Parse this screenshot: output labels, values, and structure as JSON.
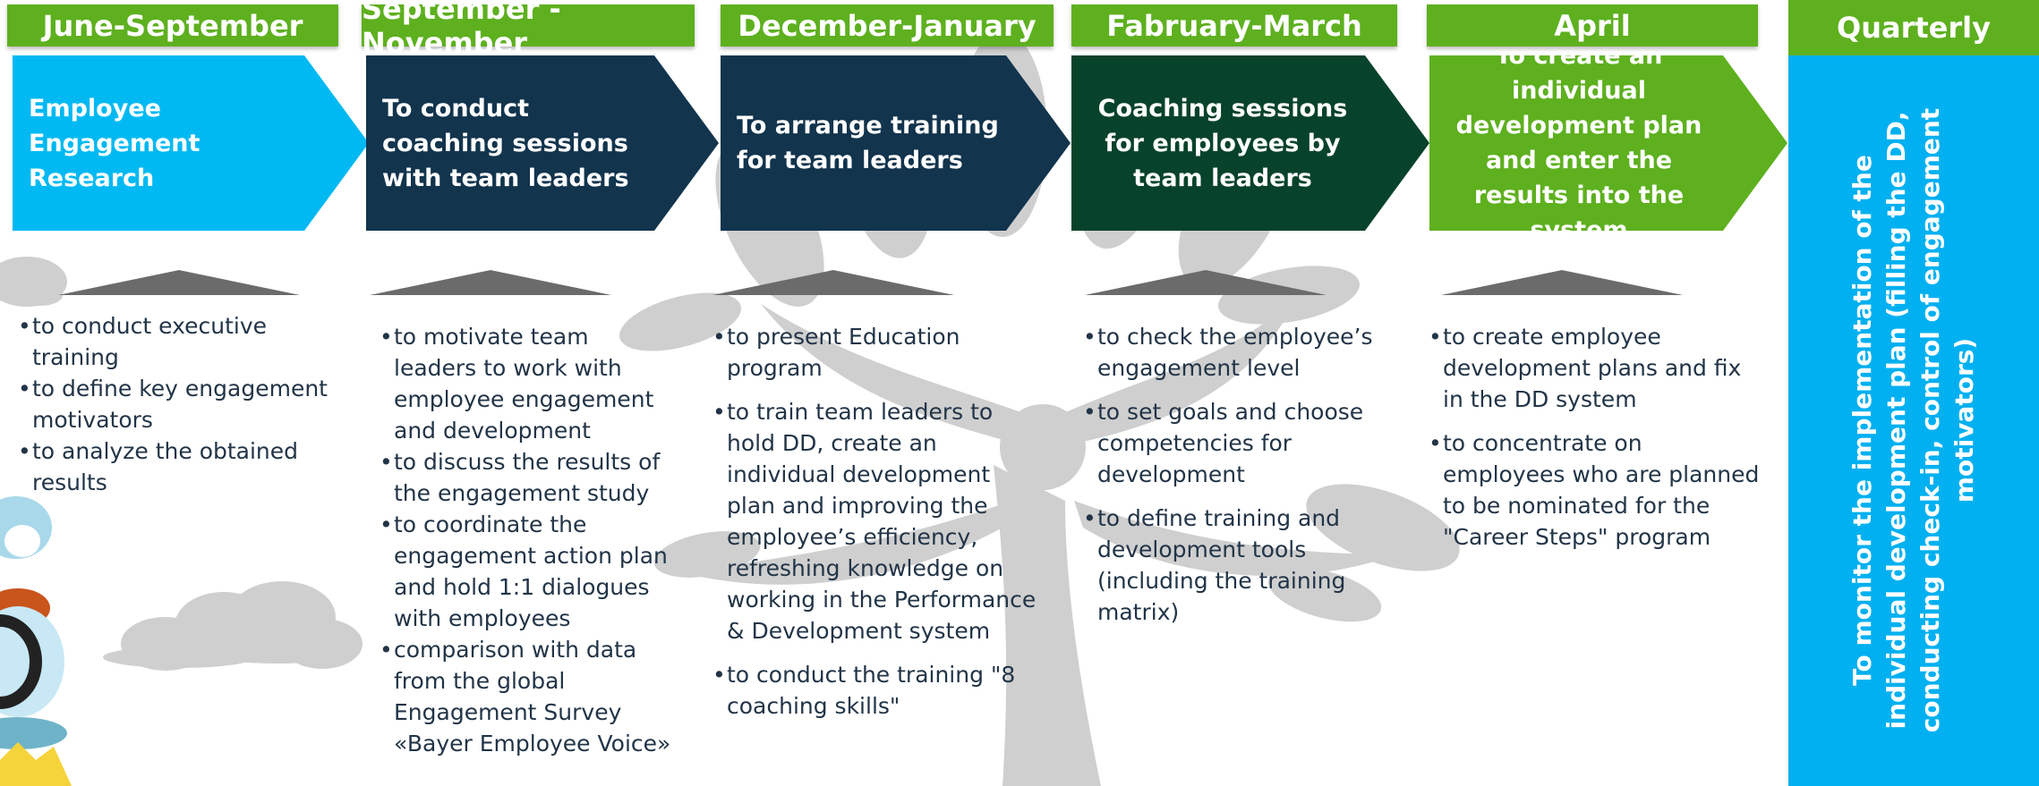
{
  "colors": {
    "header_green": "#5eb01f",
    "stage1": "#00b9f2",
    "stage2": "#12344d",
    "stage3": "#12344d",
    "stage4": "#07432a",
    "stage5": "#5eb01f",
    "quarterly": "#00b0f0",
    "body_text": "#223447"
  },
  "stages": [
    {
      "period": "June-September",
      "title": "Employee Engagement Research",
      "bullets": [
        "to conduct executive training",
        "to define key engagement motivators",
        "to analyze the obtained results"
      ]
    },
    {
      "period": "September -November",
      "title": "To conduct coaching sessions with team leaders",
      "bullets": [
        "to motivate team leaders to work with employee engagement and development",
        "to discuss the results of the engagement study",
        "to coordinate the engagement action plan and hold 1:1 dialogues with employees",
        "comparison with data from the global Engagement Survey «Bayer Employee Voice»"
      ]
    },
    {
      "period": "December-January",
      "title": "To arrange training for team leaders",
      "bullets": [
        "to present Education program",
        "to train team leaders to hold DD, create an individual development plan and improving the employee’s efficiency, refreshing knowledge on working in the Performance & Development system",
        "to conduct the training \"8 coaching skills\""
      ]
    },
    {
      "period": "Fabruary-March",
      "title": "Coaching sessions for employees by team leaders",
      "bullets": [
        "to check the employee’s engagement level",
        "to set goals and choose competencies for development",
        "to define training and development tools (including the training matrix)"
      ]
    },
    {
      "period": "April",
      "title": "To create an individual development plan and enter the results into the system",
      "bullets": [
        "to create employee development plans and fix in the DD system",
        "to concentrate on employees who are planned to be nominated for the \"Career Steps\" program"
      ]
    }
  ],
  "quarterly": {
    "period": "Quarterly",
    "text": "To monitor the implementation  of the individual development plan (filling  the DD, conducting check-in, control of engagement motivators)"
  }
}
